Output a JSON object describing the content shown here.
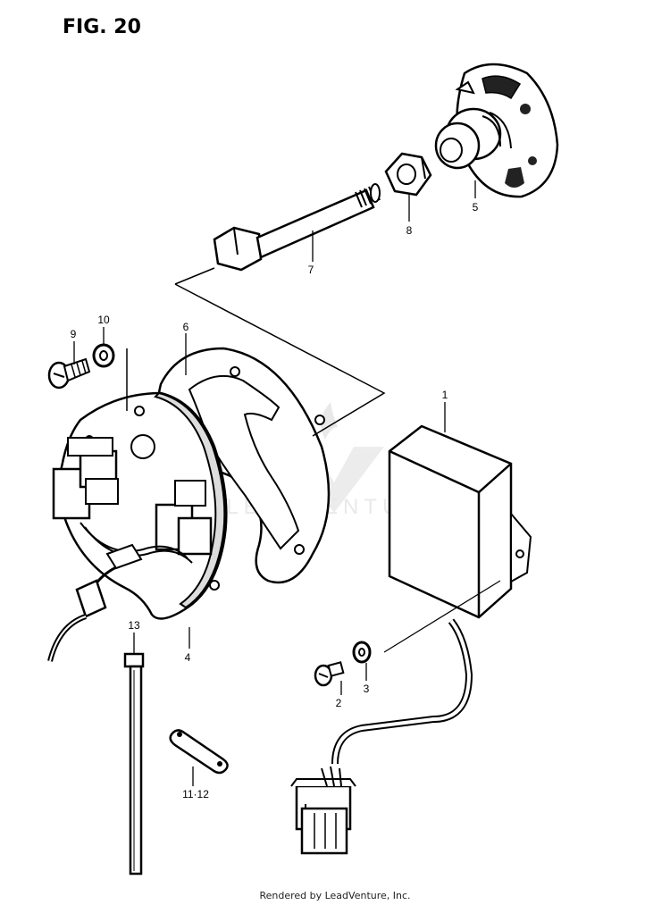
{
  "figure": {
    "title": "FIG. 20"
  },
  "watermark": {
    "text": "LEADVENTURE",
    "logo": "leadventure-flame-v-logo"
  },
  "footer": {
    "text": "Rendered by LeadVenture, Inc."
  },
  "callouts": [
    {
      "id": "1",
      "label": "1"
    },
    {
      "id": "2",
      "label": "2"
    },
    {
      "id": "3",
      "label": "3"
    },
    {
      "id": "4",
      "label": "4"
    },
    {
      "id": "5",
      "label": "5"
    },
    {
      "id": "6",
      "label": "6"
    },
    {
      "id": "7",
      "label": "7"
    },
    {
      "id": "8",
      "label": "8"
    },
    {
      "id": "9",
      "label": "9"
    },
    {
      "id": "10",
      "label": "10"
    },
    {
      "id": "11-12",
      "label": "11·12"
    },
    {
      "id": "13",
      "label": "13"
    }
  ]
}
